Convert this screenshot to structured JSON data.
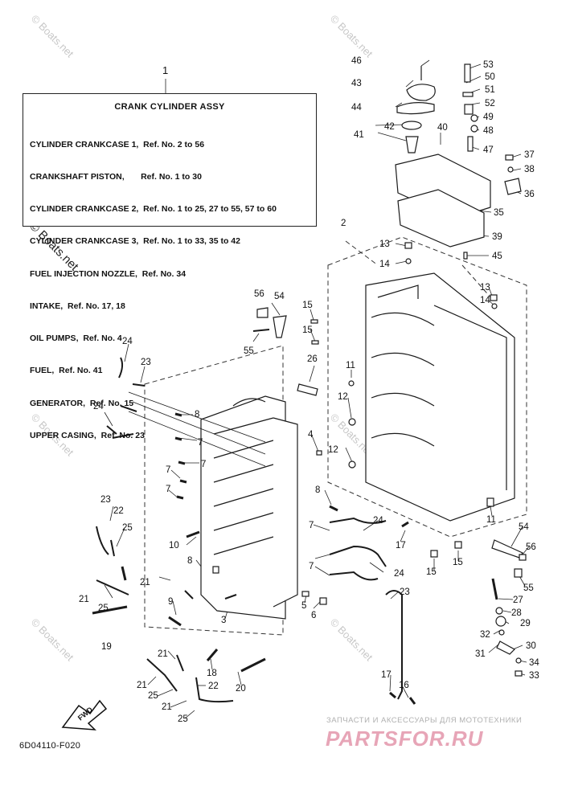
{
  "legend": {
    "ref": "1",
    "title": "CRANK CYLINDER ASSY",
    "lines": [
      "CYLINDER CRANKCASE 1,  Ref. No. 2 to 56",
      "CRANKSHAFT PISTON,       Ref. No. 1 to 30",
      "CYLINDER CRANKCASE 2,  Ref. No. 1 to 25, 27 to 55, 57 to 60",
      "CYLINDER CRANKCASE 3,  Ref. No. 1 to 33, 35 to 42",
      "FUEL INJECTION NOZZLE,  Ref. No. 34",
      "INTAKE,  Ref. No. 17, 18",
      "OIL PUMPS,  Ref. No. 4",
      "FUEL,  Ref. No. 41",
      "GENERATOR,  Ref. No. 15",
      "UPPER CASING,  Ref. No. 23"
    ]
  },
  "part_code": "6D04110-F020",
  "fwd_label": "FWD",
  "watermarks": [
    "© Boats.net"
  ],
  "shop": {
    "subtitle": "ЗАПЧАСТИ И АКСЕССУАРЫ ДЛЯ МОТОТЕХНИКИ",
    "logo": "PARTSFOR.RU"
  },
  "callouts": [
    {
      "id": "c46",
      "text": "46"
    },
    {
      "id": "c43",
      "text": "43"
    },
    {
      "id": "c44",
      "text": "44"
    },
    {
      "id": "c42",
      "text": "42"
    },
    {
      "id": "c41",
      "text": "41"
    },
    {
      "id": "c40",
      "text": "40"
    },
    {
      "id": "c53",
      "text": "53"
    },
    {
      "id": "c50",
      "text": "50"
    },
    {
      "id": "c51",
      "text": "51"
    },
    {
      "id": "c52",
      "text": "52"
    },
    {
      "id": "c49",
      "text": "49"
    },
    {
      "id": "c48",
      "text": "48"
    },
    {
      "id": "c47",
      "text": "47"
    },
    {
      "id": "c37",
      "text": "37"
    },
    {
      "id": "c38",
      "text": "38"
    },
    {
      "id": "c36",
      "text": "36"
    },
    {
      "id": "c35",
      "text": "35"
    },
    {
      "id": "c39",
      "text": "39"
    },
    {
      "id": "c45",
      "text": "45"
    },
    {
      "id": "c2",
      "text": "2"
    },
    {
      "id": "c13a",
      "text": "13"
    },
    {
      "id": "c14a",
      "text": "14"
    },
    {
      "id": "c13b",
      "text": "13"
    },
    {
      "id": "c14b",
      "text": "14"
    },
    {
      "id": "c56a",
      "text": "56"
    },
    {
      "id": "c54a",
      "text": "54"
    },
    {
      "id": "c55a",
      "text": "55"
    },
    {
      "id": "c15a",
      "text": "15"
    },
    {
      "id": "c15b",
      "text": "15"
    },
    {
      "id": "c26",
      "text": "26"
    },
    {
      "id": "c11a",
      "text": "11"
    },
    {
      "id": "c12a",
      "text": "12"
    },
    {
      "id": "c12b",
      "text": "12"
    },
    {
      "id": "c24a",
      "text": "24"
    },
    {
      "id": "c23a",
      "text": "23"
    },
    {
      "id": "c24b",
      "text": "24"
    },
    {
      "id": "c8a",
      "text": "8"
    },
    {
      "id": "c7a",
      "text": "7"
    },
    {
      "id": "c7b",
      "text": "7"
    },
    {
      "id": "c7c",
      "text": "7"
    },
    {
      "id": "c7d",
      "text": "7"
    },
    {
      "id": "c4",
      "text": "4"
    },
    {
      "id": "c23b",
      "text": "23"
    },
    {
      "id": "c22a",
      "text": "22"
    },
    {
      "id": "c25a",
      "text": "25"
    },
    {
      "id": "c10",
      "text": "10"
    },
    {
      "id": "c8b",
      "text": "8"
    },
    {
      "id": "c21a",
      "text": "21"
    },
    {
      "id": "c21b",
      "text": "21"
    },
    {
      "id": "c25b",
      "text": "25"
    },
    {
      "id": "c19",
      "text": "19"
    },
    {
      "id": "c9",
      "text": "9"
    },
    {
      "id": "c3",
      "text": "3"
    },
    {
      "id": "c8c",
      "text": "8"
    },
    {
      "id": "c7e",
      "text": "7"
    },
    {
      "id": "c7f",
      "text": "7"
    },
    {
      "id": "c24c",
      "text": "24"
    },
    {
      "id": "c24d",
      "text": "24"
    },
    {
      "id": "c17a",
      "text": "17"
    },
    {
      "id": "c5",
      "text": "5"
    },
    {
      "id": "c6",
      "text": "6"
    },
    {
      "id": "c15c",
      "text": "15"
    },
    {
      "id": "c15d",
      "text": "15"
    },
    {
      "id": "c11b",
      "text": "11"
    },
    {
      "id": "c54b",
      "text": "54"
    },
    {
      "id": "c56b",
      "text": "56"
    },
    {
      "id": "c55b",
      "text": "55"
    },
    {
      "id": "c23c",
      "text": "23"
    },
    {
      "id": "c27",
      "text": "27"
    },
    {
      "id": "c28",
      "text": "28"
    },
    {
      "id": "c29",
      "text": "29"
    },
    {
      "id": "c32",
      "text": "32"
    },
    {
      "id": "c30",
      "text": "30"
    },
    {
      "id": "c31",
      "text": "31"
    },
    {
      "id": "c34",
      "text": "34"
    },
    {
      "id": "c33",
      "text": "33"
    },
    {
      "id": "c18",
      "text": "18"
    },
    {
      "id": "c20",
      "text": "20"
    },
    {
      "id": "c21c",
      "text": "21"
    },
    {
      "id": "c21d",
      "text": "21"
    },
    {
      "id": "c25c",
      "text": "25"
    },
    {
      "id": "c22b",
      "text": "22"
    },
    {
      "id": "c21e",
      "text": "21"
    },
    {
      "id": "c25d",
      "text": "25"
    },
    {
      "id": "c17b",
      "text": "17"
    },
    {
      "id": "c16",
      "text": "16"
    }
  ]
}
